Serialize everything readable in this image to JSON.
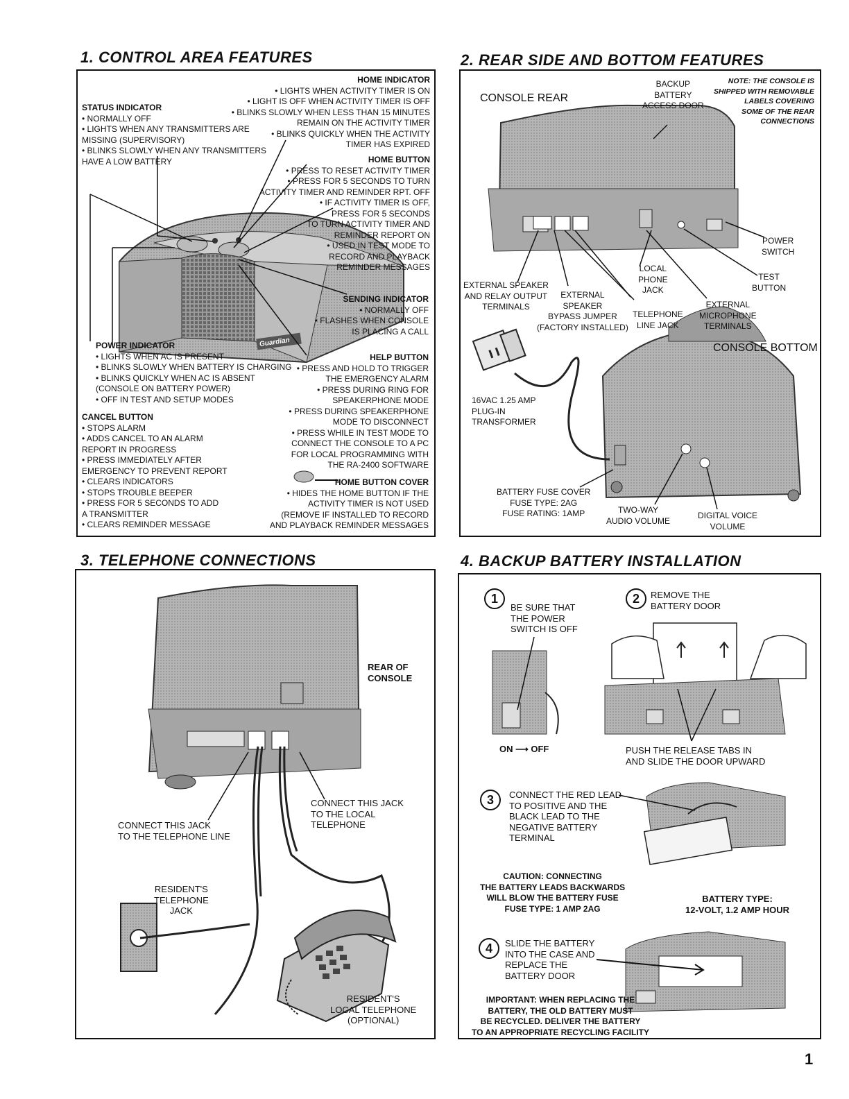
{
  "page_number": "1",
  "s1": {
    "title": "1.  CONTROL AREA FEATURES",
    "home_indicator": {
      "heading": "HOME INDICATOR",
      "lines": "• LIGHTS WHEN ACTIVITY TIMER IS ON\n• LIGHT IS OFF WHEN ACTIVITY TIMER IS OFF\n• BLINKS SLOWLY WHEN LESS THAN 15 MINUTES\nREMAIN ON THE ACTIVITY TIMER\n• BLINKS QUICKLY WHEN THE ACTIVITY\nTIMER HAS EXPIRED"
    },
    "status_indicator": {
      "heading": "STATUS INDICATOR",
      "lines": "• NORMALLY OFF\n• LIGHTS WHEN ANY TRANSMITTERS ARE\n   MISSING  (SUPERVISORY)\n• BLINKS SLOWLY WHEN ANY TRANSMITTERS\n   HAVE A LOW BATTERY"
    },
    "home_button": {
      "heading": "HOME BUTTON",
      "lines": "• PRESS TO RESET ACTIVITY TIMER\n• PRESS FOR 5 SECONDS TO TURN\nACTIVITY TIMER AND REMINDER RPT. OFF\n• IF ACTIVITY TIMER IS OFF,\nPRESS FOR 5 SECONDS\nTO TURN ACTIVITY TIMER AND\nREMINDER REPORT ON\n• USED IN TEST MODE TO\nRECORD AND PLAYBACK\nREMINDER MESSAGES"
    },
    "sending_indicator": {
      "heading": "SENDING INDICATOR",
      "lines": "• NORMALLY OFF\n• FLASHES WHEN CONSOLE\nIS PLACING A CALL"
    },
    "power_indicator": {
      "heading": "POWER INDICATOR",
      "lines": "• LIGHTS WHEN AC IS PRESENT\n• BLINKS SLOWLY WHEN BATTERY IS CHARGING\n• BLINKS QUICKLY WHEN AC IS ABSENT\n   (CONSOLE ON BATTERY POWER)\n• OFF IN TEST AND SETUP MODES"
    },
    "help_button": {
      "heading": "HELP BUTTON",
      "lines": "• PRESS AND HOLD TO TRIGGER\nTHE EMERGENCY ALARM\n• PRESS DURING RING FOR\nSPEAKERPHONE MODE\n• PRESS DURING SPEAKERPHONE\nMODE TO DISCONNECT\n• PRESS WHILE IN TEST MODE TO\nCONNECT THE CONSOLE TO A PC\nFOR LOCAL PROGRAMMING WITH\nTHE RA-2400 SOFTWARE"
    },
    "cancel_button": {
      "heading": "CANCEL BUTTON",
      "lines": "• STOPS ALARM\n• ADDS CANCEL TO AN ALARM\n   REPORT IN PROGRESS\n• PRESS IMMEDIATELY AFTER\n   EMERGENCY TO PREVENT REPORT\n• CLEARS INDICATORS\n• STOPS TROUBLE BEEPER\n• PRESS FOR 5 SECONDS TO ADD\n   A TRANSMITTER\n• CLEARS REMINDER MESSAGE"
    },
    "home_button_cover": {
      "heading": "HOME BUTTON COVER",
      "lines": "• HIDES THE HOME BUTTON IF THE\nACTIVITY TIMER IS NOT USED\n(REMOVE IF INSTALLED TO RECORD\nAND PLAYBACK REMINDER MESSAGES"
    },
    "brand": "Guardian"
  },
  "s2": {
    "title": "2.  REAR SIDE AND BOTTOM FEATURES",
    "console_rear": "CONSOLE REAR",
    "backup_battery_door": "BACKUP\nBATTERY\nACCESS DOOR",
    "note": "NOTE: THE CONSOLE IS\nSHIPPED WITH REMOVABLE\nLABELS COVERING\nSOME OF THE REAR\nCONNECTIONS",
    "power_switch": "POWER\nSWITCH",
    "test_button": "TEST\nBUTTON",
    "local_phone_jack": "LOCAL\nPHONE\nJACK",
    "ext_speaker_relay": "EXTERNAL SPEAKER\nAND RELAY OUTPUT\nTERMINALS",
    "ext_speaker_bypass": "EXTERNAL\nSPEAKER\nBYPASS JUMPER\n(FACTORY INSTALLED)",
    "telephone_line_jack": "TELEPHONE\nLINE JACK",
    "ext_microphone": "EXTERNAL\nMICROPHONE\nTERMINALS",
    "console_bottom": "CONSOLE BOTTOM",
    "transformer": "16VAC 1.25 AMP\nPLUG-IN\nTRANSFORMER",
    "battery_fuse_cover": "BATTERY FUSE COVER\nFUSE TYPE: 2AG\nFUSE RATING: 1AMP",
    "two_way_audio": "TWO-WAY\nAUDIO VOLUME",
    "digital_voice": "DIGITAL VOICE\nVOLUME"
  },
  "s3": {
    "title": "3.  TELEPHONE CONNECTIONS",
    "rear_of_console": "REAR OF\nCONSOLE",
    "connect_local": "CONNECT THIS JACK\nTO THE LOCAL\nTELEPHONE",
    "connect_line": "CONNECT THIS JACK\nTO THE TELEPHONE LINE",
    "residents_jack": "RESIDENT'S\nTELEPHONE\nJACK",
    "residents_phone": "RESIDENT'S\nLOCAL TELEPHONE\n(OPTIONAL)"
  },
  "s4": {
    "title": "4.  BACKUP BATTERY INSTALLATION",
    "step1_num": "1",
    "step1": "BE SURE THAT\nTHE POWER\nSWITCH IS OFF",
    "on_off": "ON ⟶ OFF",
    "step2_num": "2",
    "step2": "REMOVE THE\nBATTERY DOOR",
    "push_tabs": "PUSH THE RELEASE TABS IN\nAND SLIDE THE DOOR UPWARD",
    "step3_num": "3",
    "step3": "CONNECT THE RED LEAD\nTO POSITIVE AND THE\nBLACK LEAD TO THE\nNEGATIVE BATTERY\nTERMINAL",
    "caution": "CAUTION: CONNECTING\nTHE BATTERY LEADS BACKWARDS\nWILL BLOW THE BATTERY FUSE\nFUSE TYPE: 1 AMP 2AG",
    "battery_type": "BATTERY TYPE:\n12-VOLT, 1.2 AMP HOUR",
    "step4_num": "4",
    "step4": "SLIDE THE BATTERY\nINTO THE CASE AND\nREPLACE THE\nBATTERY DOOR",
    "important": "IMPORTANT: WHEN REPLACING THE\nBATTERY, THE OLD BATTERY MUST\nBE RECYCLED. DELIVER THE BATTERY\nTO AN APPROPRIATE RECYCLING FACILITY"
  }
}
